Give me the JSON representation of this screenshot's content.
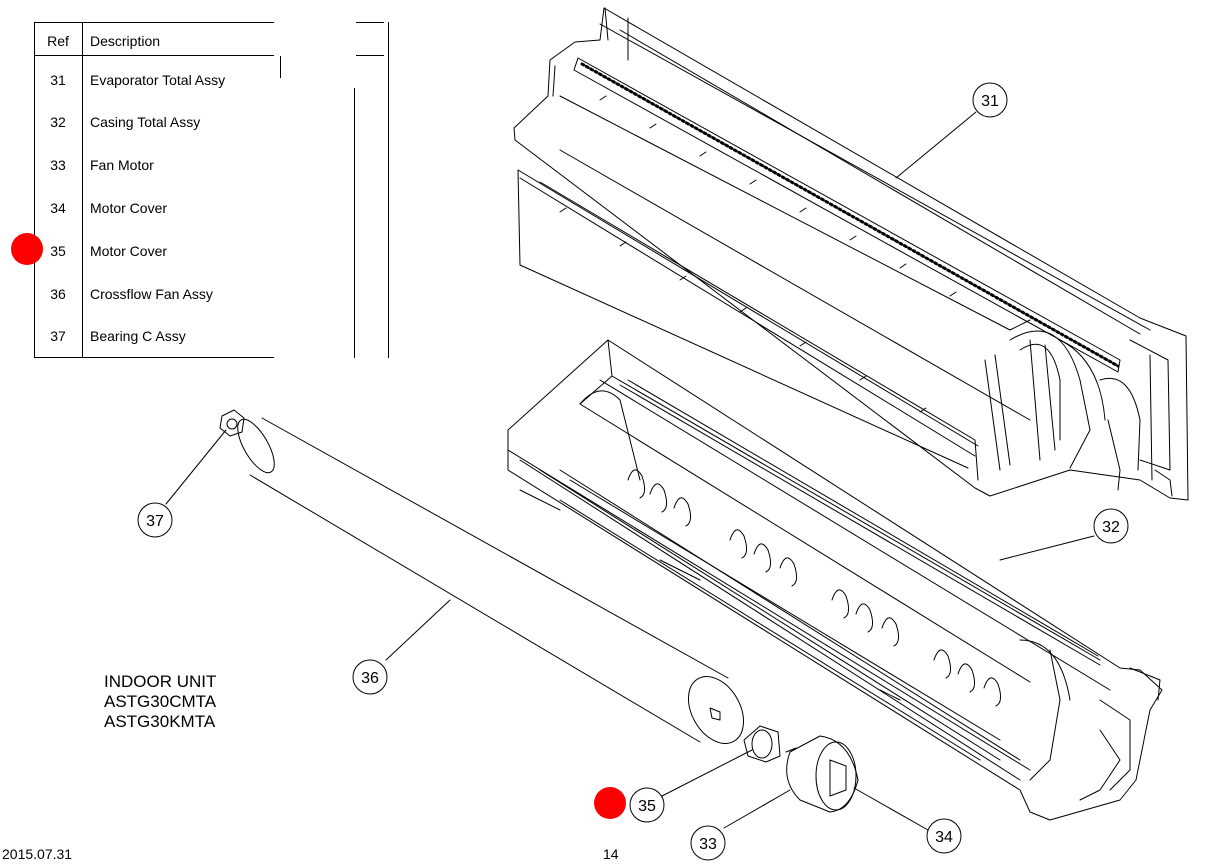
{
  "table": {
    "header": {
      "ref": "Ref",
      "description": "Description"
    },
    "rows": [
      {
        "ref": "31",
        "description": "Evaporator Total Assy"
      },
      {
        "ref": "32",
        "description": "Casing Total Assy"
      },
      {
        "ref": "33",
        "description": "Fan Motor"
      },
      {
        "ref": "34",
        "description": "Motor Cover"
      },
      {
        "ref": "35",
        "description": "Motor Cover"
      },
      {
        "ref": "36",
        "description": "Crossflow Fan Assy"
      },
      {
        "ref": "37",
        "description": "Bearing C Assy"
      }
    ]
  },
  "unit_note": {
    "line1": "INDOOR UNIT",
    "line2": "ASTG30CMTA",
    "line3": "ASTG30KMTA"
  },
  "callouts": [
    "31",
    "32",
    "33",
    "34",
    "35",
    "36",
    "37"
  ],
  "footer": {
    "date": "2015.07.31",
    "page": "14"
  },
  "highlight_color": "#ff0000"
}
